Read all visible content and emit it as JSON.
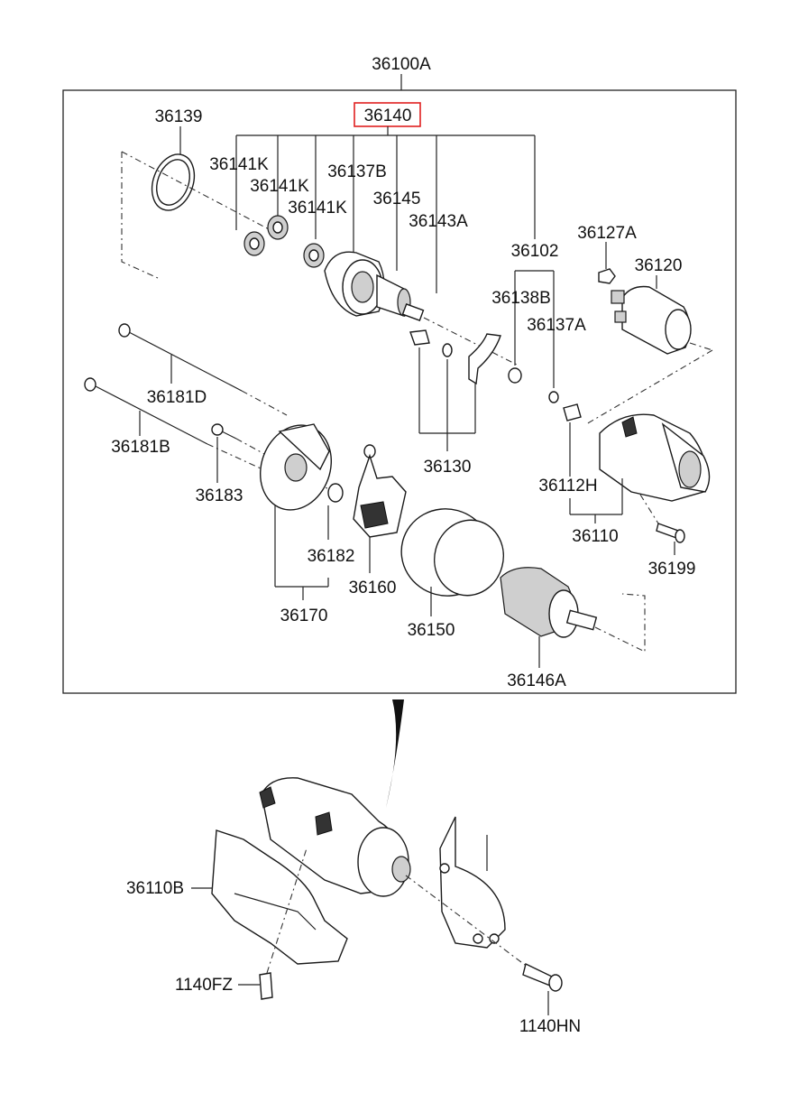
{
  "diagram": {
    "assembly_label": "36100A",
    "highlighted_label": "36140",
    "highlight_color": "#e02020",
    "line_color": "#222222",
    "labels": [
      {
        "id": "36139",
        "text": "36139"
      },
      {
        "id": "36141K_a",
        "text": "36141K"
      },
      {
        "id": "36141K_b",
        "text": "36141K"
      },
      {
        "id": "36141K_c",
        "text": "36141K"
      },
      {
        "id": "36137B",
        "text": "36137B"
      },
      {
        "id": "36145",
        "text": "36145"
      },
      {
        "id": "36143A",
        "text": "36143A"
      },
      {
        "id": "36102",
        "text": "36102"
      },
      {
        "id": "36127A",
        "text": "36127A"
      },
      {
        "id": "36120",
        "text": "36120"
      },
      {
        "id": "36138B",
        "text": "36138B"
      },
      {
        "id": "36137A",
        "text": "36137A"
      },
      {
        "id": "36181D",
        "text": "36181D"
      },
      {
        "id": "36181B",
        "text": "36181B"
      },
      {
        "id": "36183",
        "text": "36183"
      },
      {
        "id": "36130",
        "text": "36130"
      },
      {
        "id": "36112H",
        "text": "36112H"
      },
      {
        "id": "36110",
        "text": "36110"
      },
      {
        "id": "36199",
        "text": "36199"
      },
      {
        "id": "36182",
        "text": "36182"
      },
      {
        "id": "36160",
        "text": "36160"
      },
      {
        "id": "36170",
        "text": "36170"
      },
      {
        "id": "36150",
        "text": "36150"
      },
      {
        "id": "36146A",
        "text": "36146A"
      },
      {
        "id": "36110B",
        "text": "36110B"
      },
      {
        "id": "1140FZ",
        "text": "1140FZ"
      },
      {
        "id": "1140HN",
        "text": "1140HN"
      }
    ]
  }
}
